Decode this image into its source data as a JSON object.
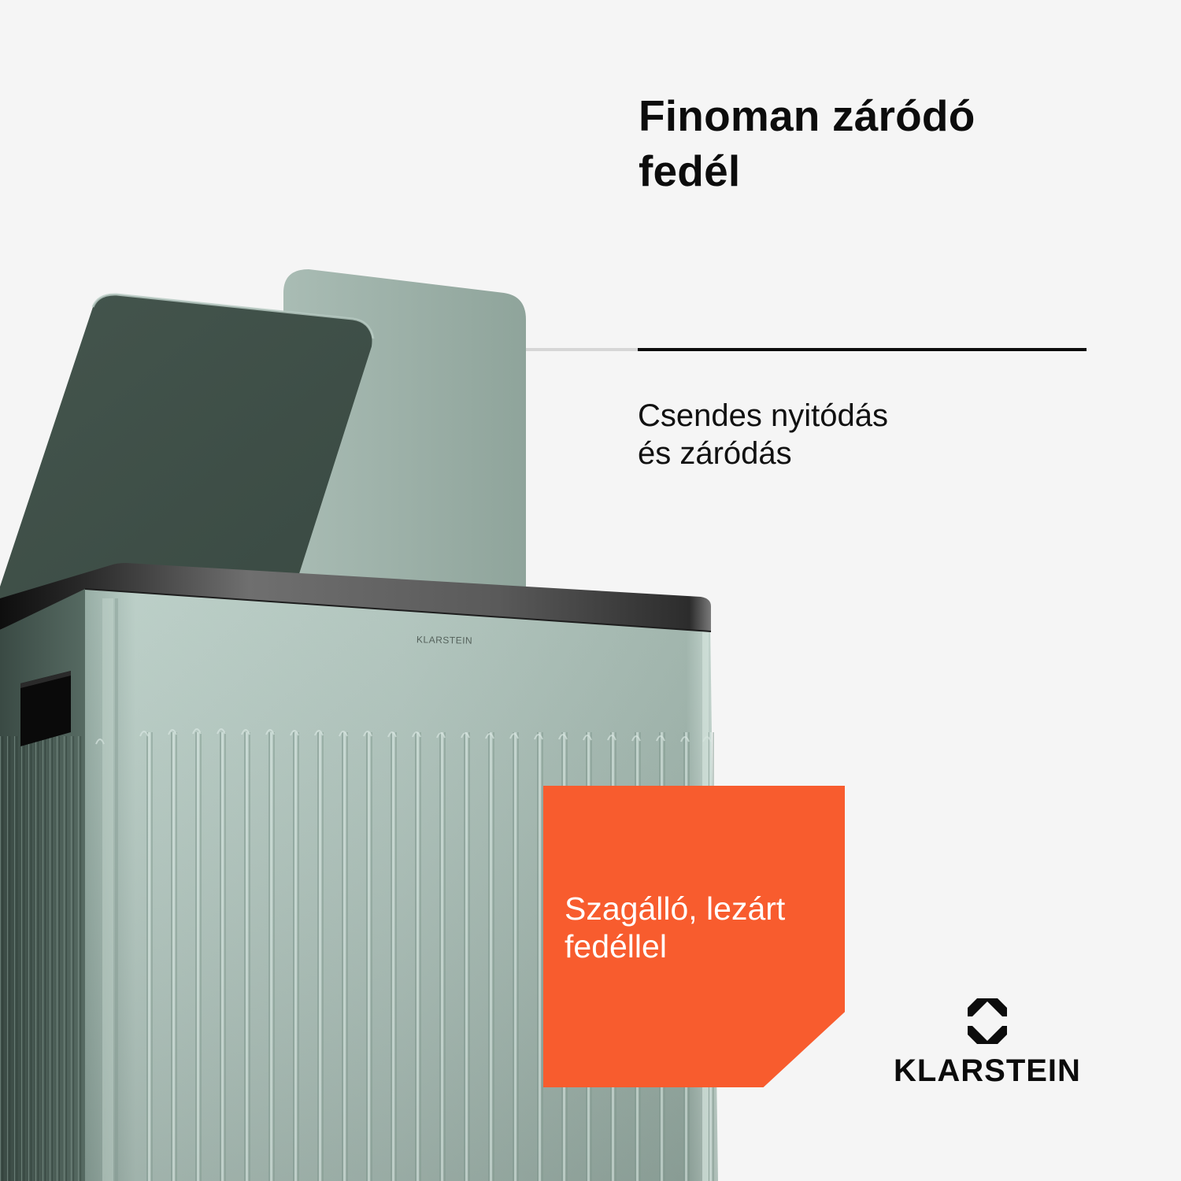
{
  "headline": {
    "line1": "Finoman záródó",
    "line2": "fedél"
  },
  "feature": {
    "line1": "Csendes nyitódás",
    "line2": "és záródás"
  },
  "badge": {
    "line1": "Szagálló, lezárt",
    "line2": "fedéllel",
    "color": "#f85c2e"
  },
  "brand": {
    "name": "KLARSTEIN",
    "logo_icon": "octagon-diamond-logo-icon"
  },
  "product": {
    "engraved_label": "KLARSTEIN",
    "body_color": "#a8bdb5",
    "lid_inner_color": "#3f4f48",
    "rim_color": "#3a3a3a"
  },
  "colors": {
    "background": "#f5f5f5",
    "text": "#0c0c0c",
    "accent": "#f85c2e"
  }
}
